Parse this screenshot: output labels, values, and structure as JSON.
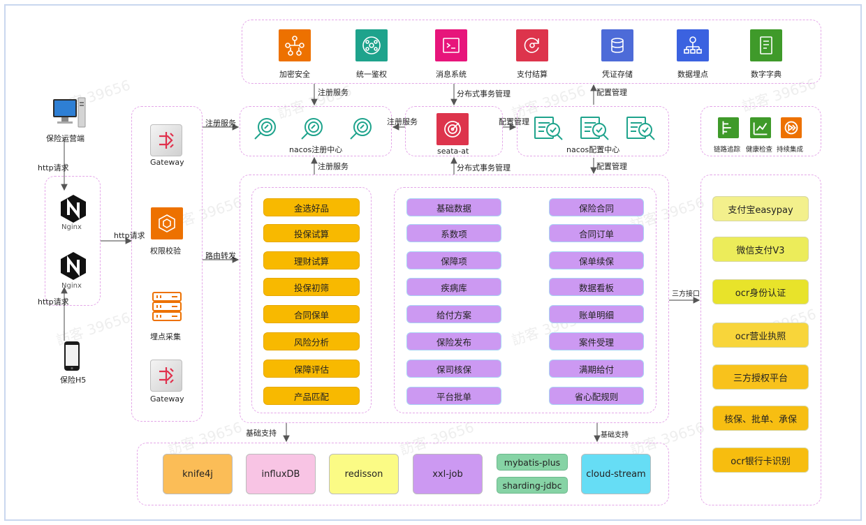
{
  "top_row": [
    {
      "label": "加密安全",
      "icon": "circuit-icon",
      "color": "#ed7100"
    },
    {
      "label": "统一鉴权",
      "icon": "cluster-icon",
      "color": "#1ea38c"
    },
    {
      "label": "消息系统",
      "icon": "terminal-icon",
      "color": "#e7157b"
    },
    {
      "label": "支付结算",
      "icon": "sync-icon",
      "color": "#dd344c"
    },
    {
      "label": "凭证存储",
      "icon": "database-icon",
      "color": "#4d6bd8"
    },
    {
      "label": "数据埋点",
      "icon": "hierarchy-icon",
      "color": "#3b62e0"
    },
    {
      "label": "数字字典",
      "icon": "document-icon",
      "color": "#3f9a2a"
    }
  ],
  "client": {
    "label": "保险运营端",
    "mobile_label": "保险H5"
  },
  "http_request_labels": [
    "http请求",
    "http请求",
    "http请求"
  ],
  "nginx": {
    "label": "Nginx"
  },
  "gateway_column": [
    {
      "label": "Gateway",
      "icon": "gateway-icon"
    },
    {
      "label": "权限校验",
      "icon": "permission-icon"
    },
    {
      "label": "埋点采集",
      "icon": "server-icon"
    },
    {
      "label": "Gateway",
      "icon": "gateway-icon"
    }
  ],
  "edge_labels": {
    "register_1": "注册服务",
    "register_2": "注册服务",
    "register_3": "注册服务",
    "register_4": "注册服务",
    "tx_1": "分布式事务管理",
    "tx_2": "分布式事务管理",
    "cfg_1": "配置管理",
    "cfg_2": "配置管理",
    "cfg_3": "配置管理",
    "route": "路由转发",
    "third_party": "三方接口",
    "base_1": "基础支持",
    "base_2": "基础支持"
  },
  "nacos_registry": {
    "label": "nacos注册中心"
  },
  "seata": {
    "label": "seata-at"
  },
  "nacos_config": {
    "label": "nacos配置中心"
  },
  "monitoring": [
    {
      "label": "链路追踪",
      "icon": "trace-icon"
    },
    {
      "label": "健康检查",
      "icon": "health-icon"
    },
    {
      "label": "持续集成",
      "icon": "ci-icon"
    }
  ],
  "product_services": [
    "金选好品",
    "投保试算",
    "理财试算",
    "投保初筛",
    "合同保单",
    "风险分析",
    "保障评估",
    "产品匹配"
  ],
  "core_services_left": [
    "基础数据",
    "系数项",
    "保障项",
    "疾病库",
    "给付方案",
    "保险发布",
    "保司核保",
    "平台批单"
  ],
  "core_services_right": [
    "保险合同",
    "合同订单",
    "保单续保",
    "数据看板",
    "账单明细",
    "案件受理",
    "满期给付",
    "省心配规则"
  ],
  "third_party_services": [
    {
      "label": "支付宝easypay",
      "color": "#f3f08c"
    },
    {
      "label": "微信支付V3",
      "color": "#ecec5a"
    },
    {
      "label": "ocr身份认证",
      "color": "#e8e32a"
    },
    {
      "label": "ocr营业执照",
      "color": "#f8d53a"
    },
    {
      "label": "三方授权平台",
      "color": "#f8c21c"
    },
    {
      "label": "核保、批单、承保",
      "color": "#f7be12"
    },
    {
      "label": "ocr银行卡识别",
      "color": "#f7bd0f"
    }
  ],
  "infrastructure": [
    {
      "label": "knife4j",
      "color": "#fbbd57"
    },
    {
      "label": "influxDB",
      "color": "#f8c4e4"
    },
    {
      "label": "redisson",
      "color": "#fbfb85"
    },
    {
      "label": "xxl-job",
      "color": "#cc99f2"
    },
    {
      "label": "mybatis-plus",
      "color": "#86d3a5"
    },
    {
      "label": "sharding-jdbc",
      "color": "#86d3a5"
    },
    {
      "label": "cloud-stream",
      "color": "#66ddf5"
    }
  ],
  "watermark": "訪客 39656"
}
